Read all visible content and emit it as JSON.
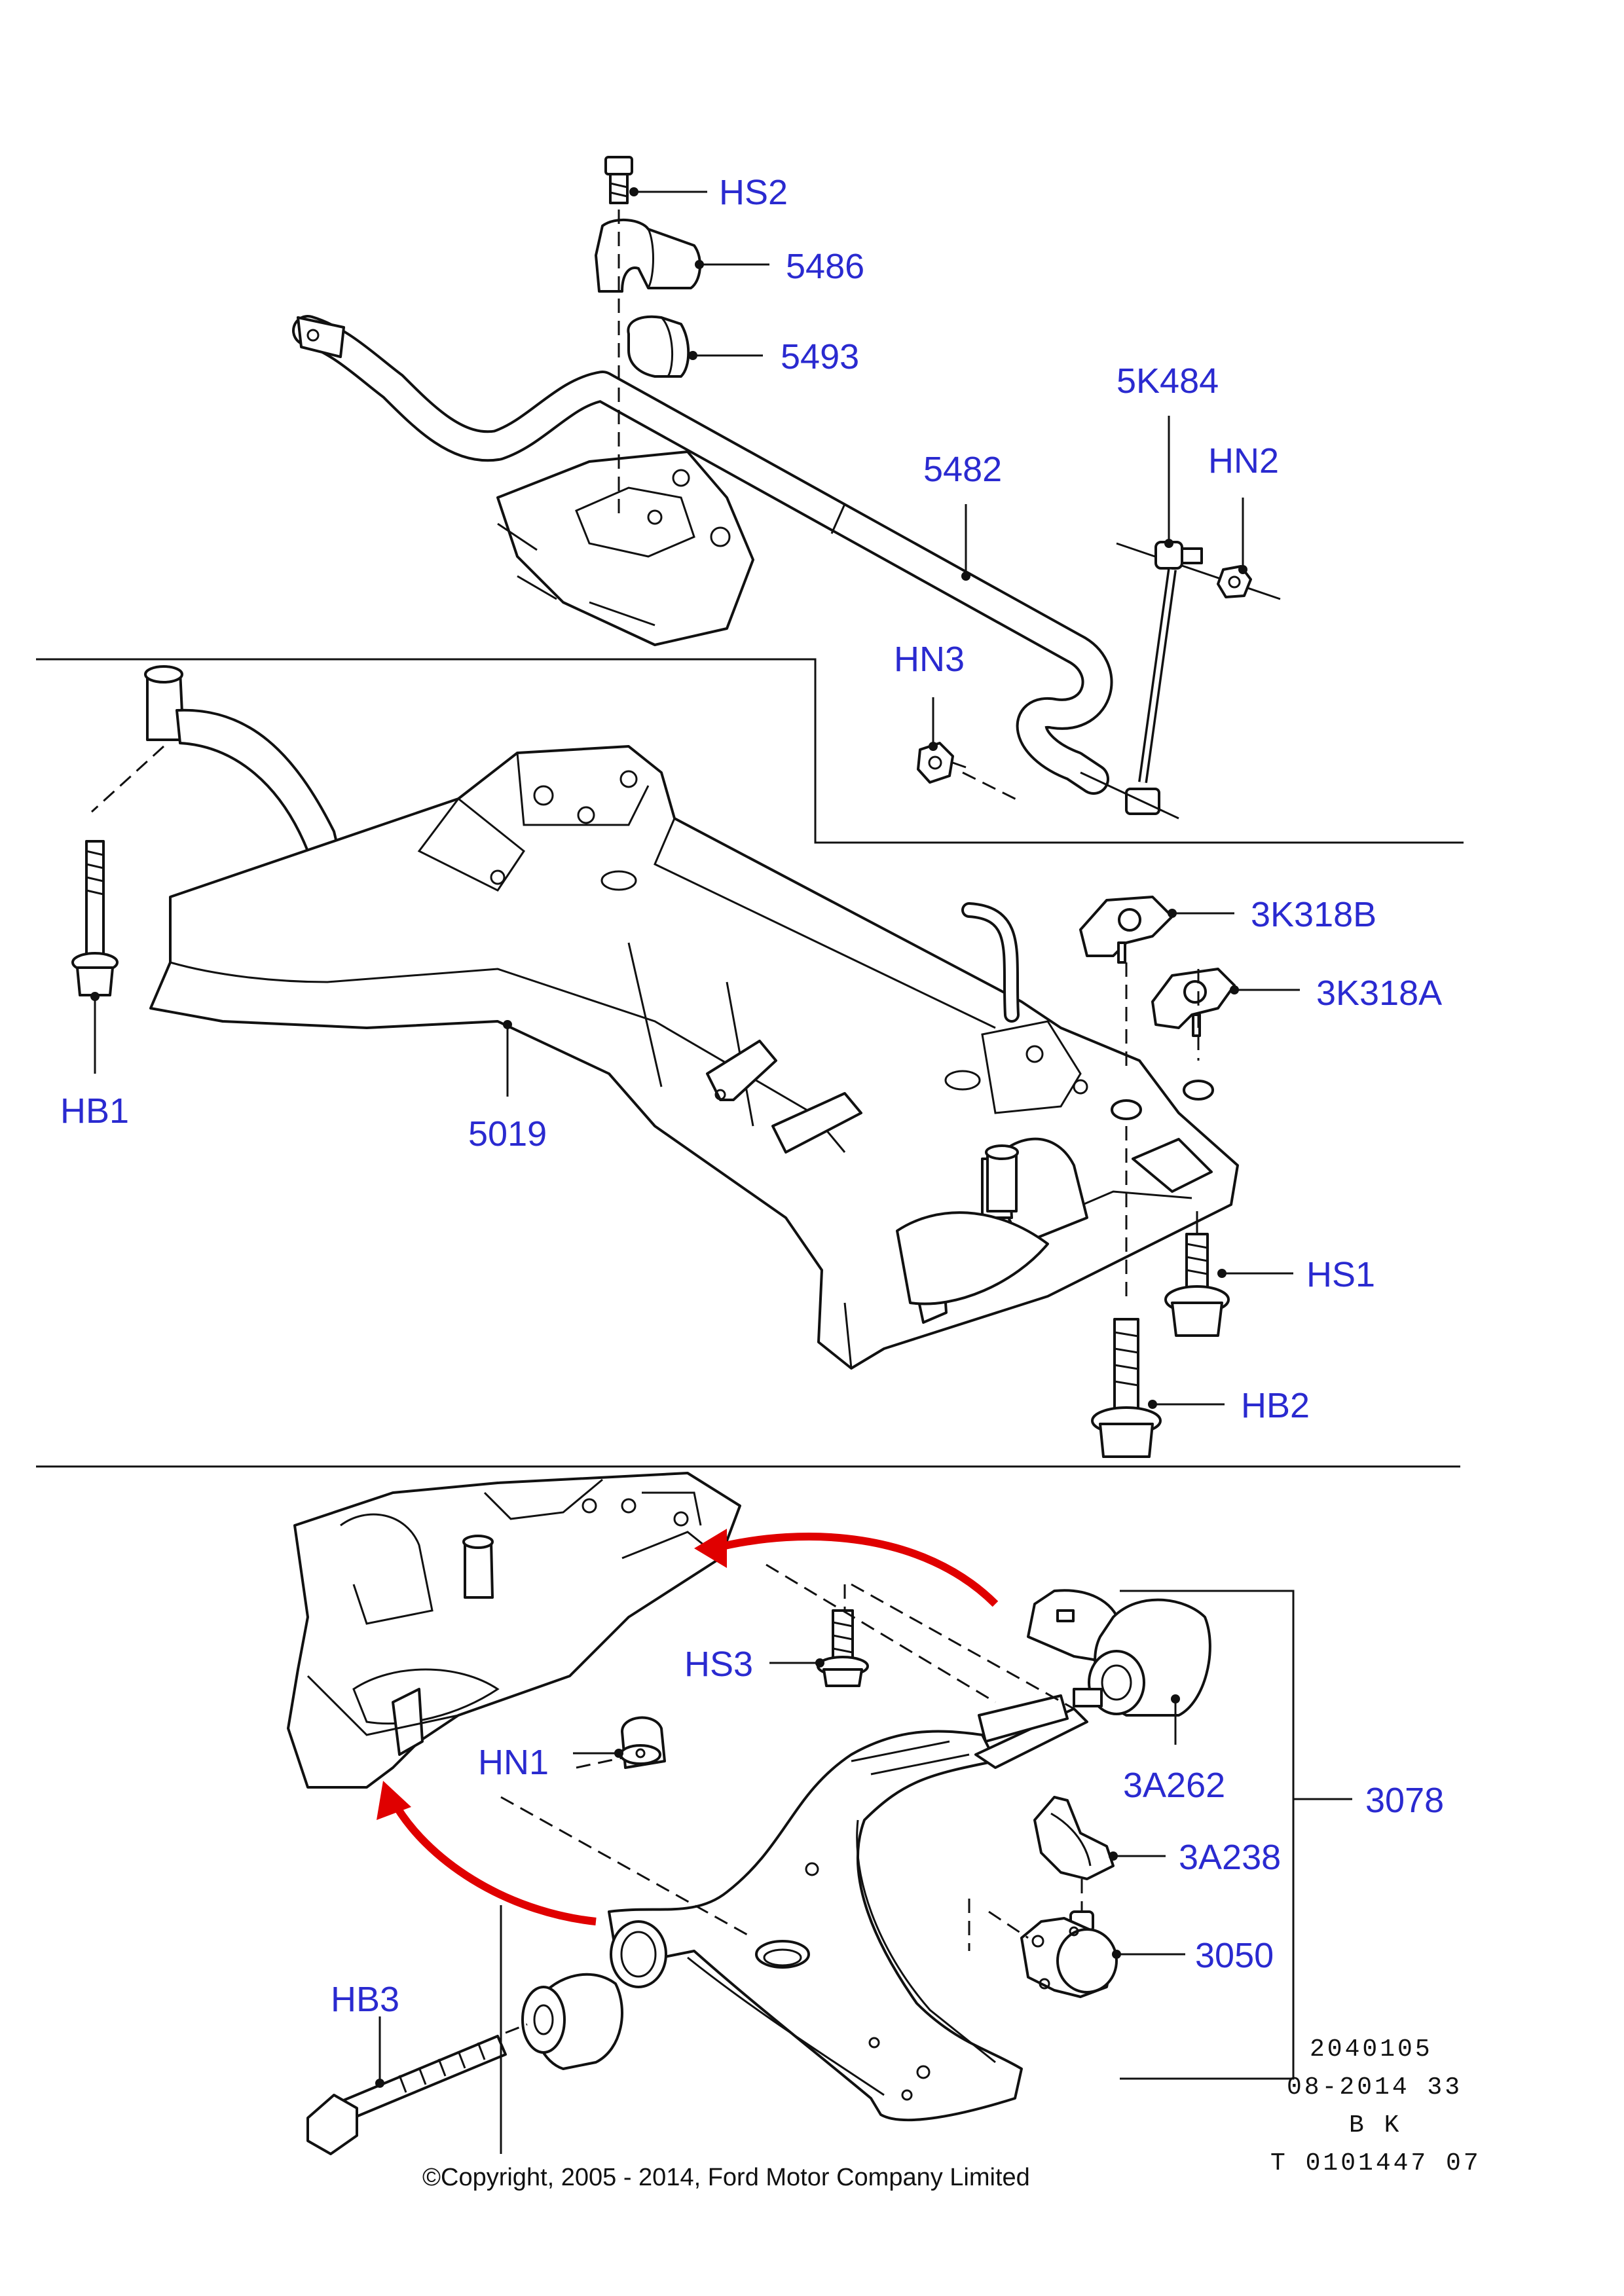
{
  "labels": {
    "HS2": "HS2",
    "p5486": "5486",
    "p5493": "5493",
    "p5K484": "5K484",
    "HN2": "HN2",
    "p5482": "5482",
    "HN3": "HN3",
    "p3K318B": "3K318B",
    "p3K318A": "3K318A",
    "HB1": "HB1",
    "p5019": "5019",
    "HS1": "HS1",
    "HB2": "HB2",
    "HS3": "HS3",
    "HN1": "HN1",
    "p3A262": "3A262",
    "p3078": "3078",
    "p3A238": "3A238",
    "p3050": "3050",
    "HB3": "HB3"
  },
  "footer": {
    "line1": "2040105",
    "line2": "08-2014 33",
    "line3": "B K",
    "line4": "T 0101447 07",
    "copyright": "©Copyright, 2005 - 2014, Ford Motor Company Limited"
  },
  "colors": {
    "label": "#2a2ad0",
    "arrow": "#e00000",
    "line": "#111111"
  }
}
